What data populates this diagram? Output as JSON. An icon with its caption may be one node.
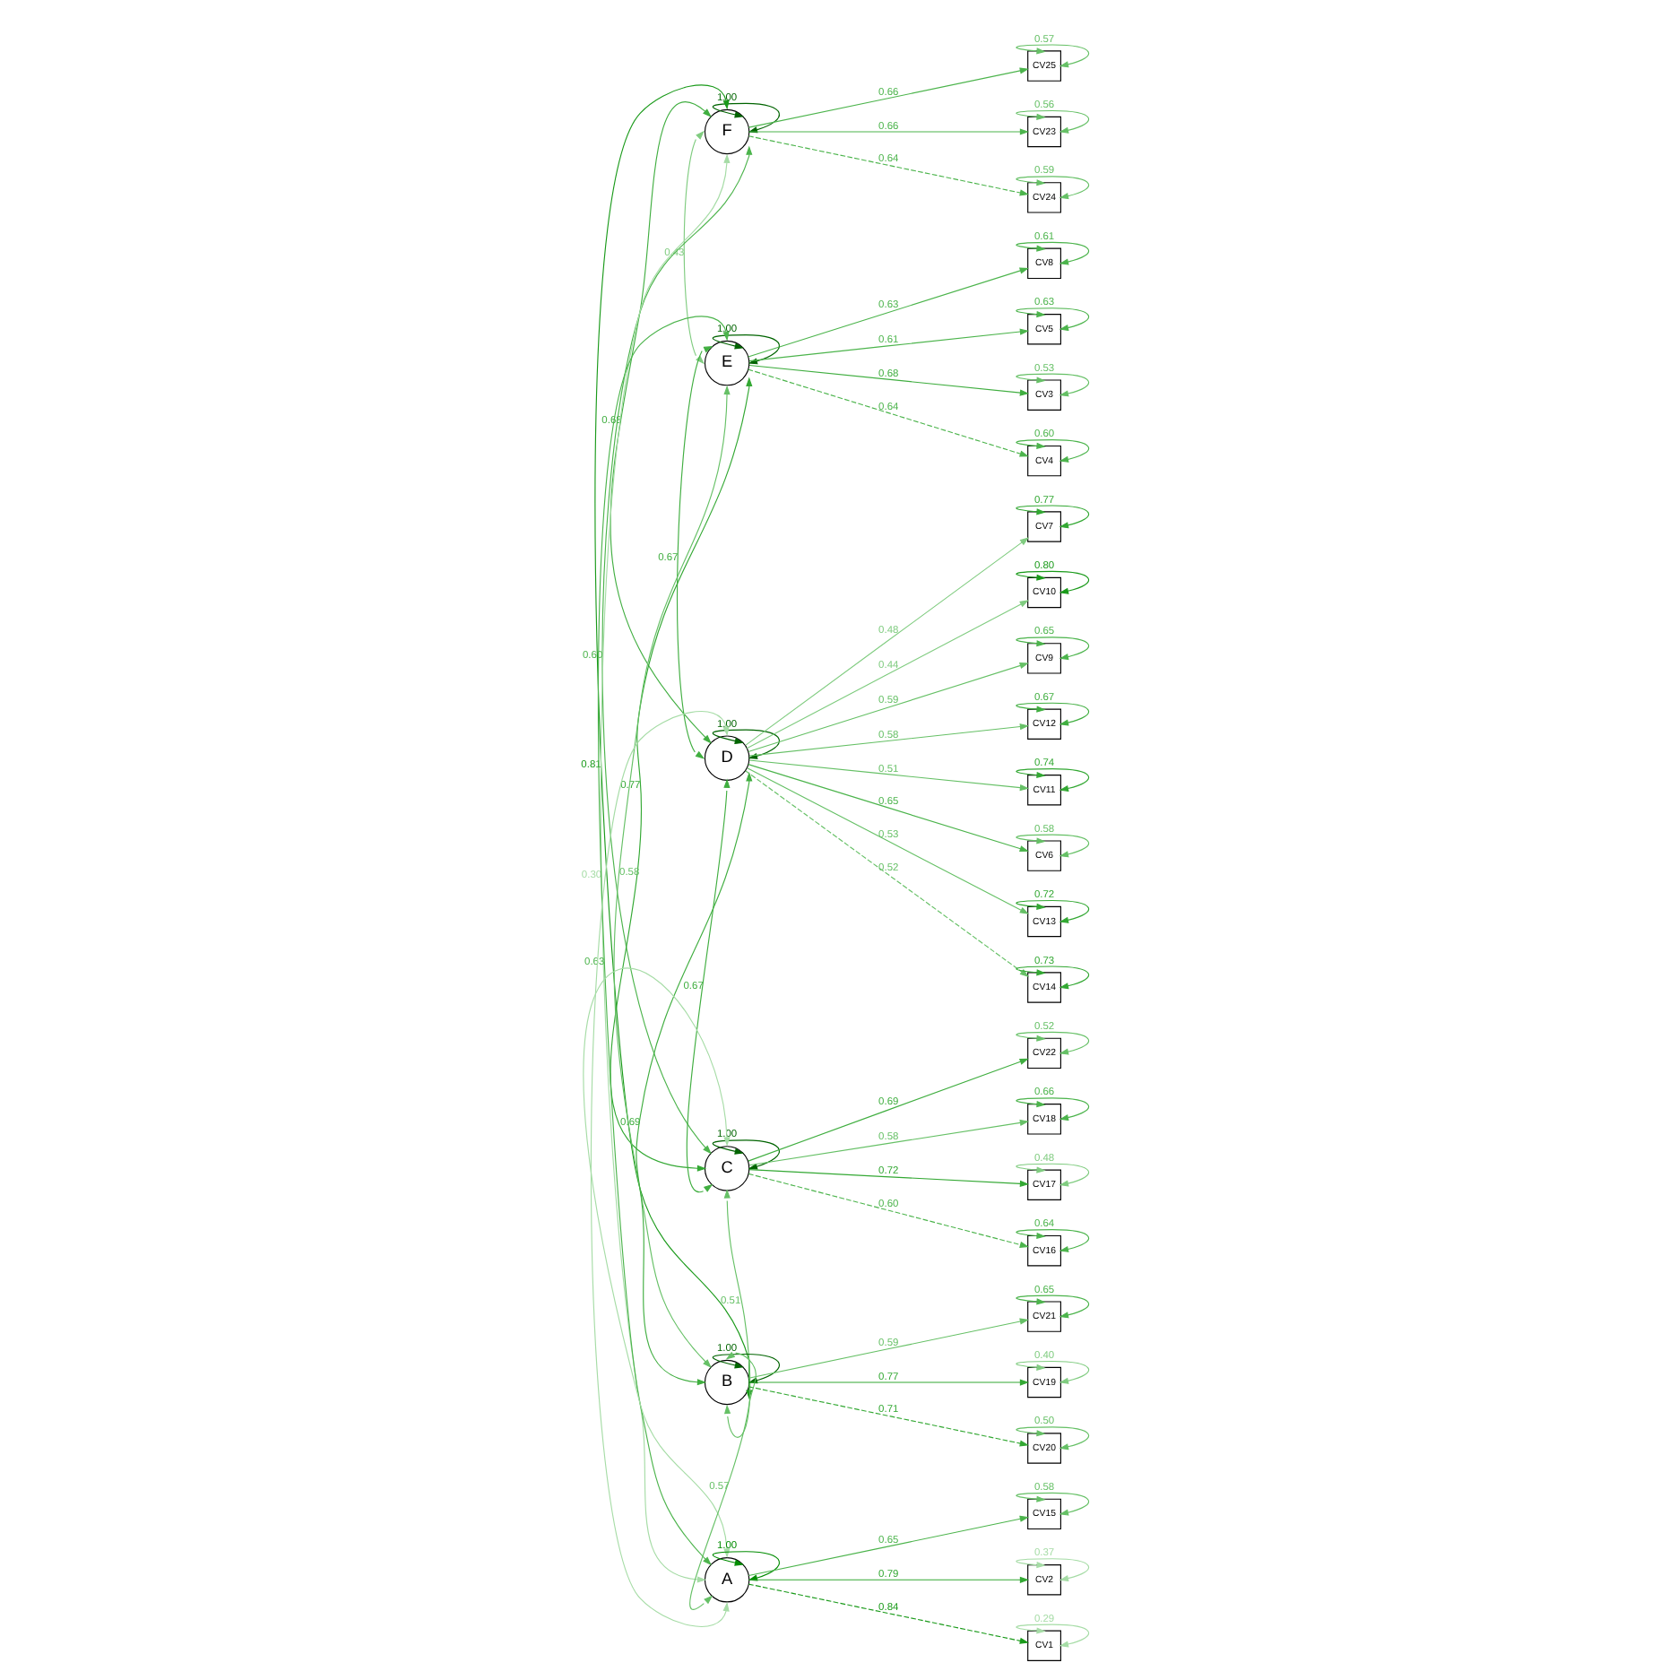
{
  "diagram": {
    "nodes": [
      {
        "text": [
          "F"
        ]
      },
      {
        "text": [
          "E"
        ]
      },
      {
        "text": [
          "D"
        ]
      },
      {
        "text": [
          "C"
        ]
      },
      {
        "text": [
          "B"
        ]
      },
      {
        "text": [
          "A"
        ]
      },
      {
        "text": [
          "CV25"
        ]
      },
      {
        "text": [
          "CV23"
        ]
      },
      {
        "text": [
          "CV24"
        ]
      },
      {
        "text": [
          "CV8"
        ]
      },
      {
        "text": [
          "CV5"
        ]
      },
      {
        "text": [
          "CV3"
        ]
      },
      {
        "text": [
          "CV4"
        ]
      },
      {
        "text": [
          "CV7"
        ]
      },
      {
        "text": [
          "CV10"
        ]
      },
      {
        "text": [
          "CV9"
        ]
      },
      {
        "text": [
          "CV12"
        ]
      },
      {
        "text": [
          "CV11"
        ]
      },
      {
        "text": [
          "CV6"
        ]
      },
      {
        "text": [
          "CV13"
        ]
      },
      {
        "text": [
          "CV14"
        ]
      },
      {
        "text": [
          "CV22"
        ]
      },
      {
        "text": [
          "CV18"
        ]
      },
      {
        "text": [
          "CV17"
        ]
      },
      {
        "text": [
          "CV16"
        ]
      },
      {
        "text": [
          "CV21"
        ]
      },
      {
        "text": [
          "CV19"
        ]
      },
      {
        "text": [
          "CV20"
        ]
      },
      {
        "text": [
          "CV15"
        ]
      },
      {
        "text": [
          "CV2"
        ]
      },
      {
        "text": [
          "CV1"
        ]
      }
    ],
    "edges": [
      {
        "from": 0,
        "to": 6,
        "arrow": "to",
        "label": "0.66",
        "color": "#4cb44c"
      },
      {
        "from": 0,
        "to": 7,
        "arrow": "to",
        "label": "0.66",
        "color": "#4cb44c"
      },
      {
        "from": 0,
        "to": 8,
        "arrow": "to",
        "label": "0.64",
        "style": "dashed",
        "color": "#4cb44c"
      },
      {
        "from": 1,
        "to": 9,
        "arrow": "to",
        "label": "0.63",
        "color": "#4cb44c"
      },
      {
        "from": 1,
        "to": 10,
        "arrow": "to",
        "label": "0.61",
        "color": "#4cb44c"
      },
      {
        "from": 1,
        "to": 11,
        "arrow": "to",
        "label": "0.68",
        "color": "#40ae40"
      },
      {
        "from": 1,
        "to": 12,
        "arrow": "to",
        "label": "0.64",
        "style": "dashed",
        "color": "#4cb44c"
      },
      {
        "from": 2,
        "to": 13,
        "arrow": "to",
        "label": "0.48",
        "color": "#80cc80"
      },
      {
        "from": 2,
        "to": 14,
        "arrow": "to",
        "label": "0.44",
        "color": "#80cc80"
      },
      {
        "from": 2,
        "to": 15,
        "arrow": "to",
        "label": "0.59",
        "color": "#66c066"
      },
      {
        "from": 2,
        "to": 16,
        "arrow": "to",
        "label": "0.58",
        "color": "#66c066"
      },
      {
        "from": 2,
        "to": 17,
        "arrow": "to",
        "label": "0.51",
        "color": "#66c066"
      },
      {
        "from": 2,
        "to": 18,
        "arrow": "to",
        "label": "0.65",
        "color": "#4cb44c"
      },
      {
        "from": 2,
        "to": 19,
        "arrow": "to",
        "label": "0.53",
        "color": "#66c066"
      },
      {
        "from": 2,
        "to": 20,
        "arrow": "to",
        "label": "0.52",
        "style": "dashed",
        "color": "#66c066"
      },
      {
        "from": 3,
        "to": 21,
        "arrow": "to",
        "label": "0.69",
        "color": "#40ae40"
      },
      {
        "from": 3,
        "to": 22,
        "arrow": "to",
        "label": "0.58",
        "color": "#66c066"
      },
      {
        "from": 3,
        "to": 23,
        "arrow": "to",
        "label": "0.72",
        "color": "#33a833"
      },
      {
        "from": 3,
        "to": 24,
        "arrow": "to",
        "label": "0.60",
        "style": "dashed",
        "color": "#4cb44c"
      },
      {
        "from": 4,
        "to": 25,
        "arrow": "to",
        "label": "0.59",
        "color": "#66c066"
      },
      {
        "from": 4,
        "to": 26,
        "arrow": "to",
        "label": "0.77",
        "color": "#33a833"
      },
      {
        "from": 4,
        "to": 27,
        "arrow": "to",
        "label": "0.71",
        "style": "dashed",
        "color": "#33a833"
      },
      {
        "from": 5,
        "to": 28,
        "arrow": "to",
        "label": "0.65",
        "color": "#4cb44c"
      },
      {
        "from": 5,
        "to": 29,
        "arrow": "to",
        "label": "0.79",
        "color": "#33a833"
      },
      {
        "from": 5,
        "to": 30,
        "arrow": "to",
        "label": "0.84",
        "style": "dashed",
        "color": "#1a9a1a"
      },
      {
        "from": 6,
        "to": 6,
        "arrow": "both",
        "label": "0.57",
        "color": "#66c066"
      },
      {
        "from": 7,
        "to": 7,
        "arrow": "both",
        "label": "0.56",
        "color": "#66c066"
      },
      {
        "from": 8,
        "to": 8,
        "arrow": "both",
        "label": "0.59",
        "color": "#66c066"
      },
      {
        "from": 9,
        "to": 9,
        "arrow": "both",
        "label": "0.61",
        "color": "#4cb44c"
      },
      {
        "from": 10,
        "to": 10,
        "arrow": "both",
        "label": "0.63",
        "color": "#4cb44c"
      },
      {
        "from": 11,
        "to": 11,
        "arrow": "both",
        "label": "0.53",
        "color": "#66c066"
      },
      {
        "from": 12,
        "to": 12,
        "arrow": "both",
        "label": "0.60",
        "color": "#4cb44c"
      },
      {
        "from": 13,
        "to": 13,
        "arrow": "both",
        "label": "0.77",
        "color": "#33a833"
      },
      {
        "from": 14,
        "to": 14,
        "arrow": "both",
        "label": "0.80",
        "color": "#1a9a1a"
      },
      {
        "from": 15,
        "to": 15,
        "arrow": "both",
        "label": "0.65",
        "color": "#4cb44c"
      },
      {
        "from": 16,
        "to": 16,
        "arrow": "both",
        "label": "0.67",
        "color": "#40ae40"
      },
      {
        "from": 17,
        "to": 17,
        "arrow": "both",
        "label": "0.74",
        "color": "#33a833"
      },
      {
        "from": 18,
        "to": 18,
        "arrow": "both",
        "label": "0.58",
        "color": "#66c066"
      },
      {
        "from": 19,
        "to": 19,
        "arrow": "both",
        "label": "0.72",
        "color": "#33a833"
      },
      {
        "from": 20,
        "to": 20,
        "arrow": "both",
        "label": "0.73",
        "color": "#33a833"
      },
      {
        "from": 21,
        "to": 21,
        "arrow": "both",
        "label": "0.52",
        "color": "#66c066"
      },
      {
        "from": 22,
        "to": 22,
        "arrow": "both",
        "label": "0.66",
        "color": "#4cb44c"
      },
      {
        "from": 23,
        "to": 23,
        "arrow": "both",
        "label": "0.48",
        "color": "#80cc80"
      },
      {
        "from": 24,
        "to": 24,
        "arrow": "both",
        "label": "0.64",
        "color": "#4cb44c"
      },
      {
        "from": 25,
        "to": 25,
        "arrow": "both",
        "label": "0.65",
        "color": "#4cb44c"
      },
      {
        "from": 26,
        "to": 26,
        "arrow": "both",
        "label": "0.40",
        "color": "#80cc80"
      },
      {
        "from": 27,
        "to": 27,
        "arrow": "both",
        "label": "0.50",
        "color": "#66c066"
      },
      {
        "from": 28,
        "to": 28,
        "arrow": "both",
        "label": "0.58",
        "color": "#66c066"
      },
      {
        "from": 29,
        "to": 29,
        "arrow": "both",
        "label": "0.37",
        "color": "#a6dca6"
      },
      {
        "from": 30,
        "to": 30,
        "arrow": "both",
        "label": "0.29",
        "color": "#a6dca6"
      },
      {
        "from": 0,
        "to": 0,
        "arrow": "both",
        "label": "1.00",
        "color": "#006400"
      },
      {
        "from": 1,
        "to": 1,
        "arrow": "both",
        "label": "1.00",
        "color": "#006400"
      },
      {
        "from": 2,
        "to": 2,
        "arrow": "both",
        "label": "1.00",
        "color": "#006400"
      },
      {
        "from": 3,
        "to": 3,
        "arrow": "both",
        "label": "1.00",
        "color": "#006400"
      },
      {
        "from": 4,
        "to": 4,
        "arrow": "both",
        "label": "1.00",
        "color": "#006400"
      },
      {
        "from": 5,
        "to": 5,
        "arrow": "both",
        "label": "1.00",
        "color": "#008c00"
      },
      {
        "from": 0,
        "to": 1,
        "arrow": "both",
        "label": "0.43",
        "color": "#80cc80"
      },
      {
        "from": 1,
        "to": 2,
        "arrow": "both",
        "label": "0.67",
        "color": "#40ae40"
      },
      {
        "from": 0,
        "to": 2,
        "arrow": "both",
        "label": "0.68",
        "color": "#40ae40"
      },
      {
        "from": 1,
        "to": 3,
        "arrow": "both",
        "label": "0.77",
        "color": "#33a833"
      },
      {
        "from": 0,
        "to": 3,
        "arrow": "both",
        "label": "0.60",
        "color": "#4cb44c"
      },
      {
        "from": 0,
        "to": 5,
        "arrow": "both",
        "label": "0.30",
        "color": "#a6dca6"
      },
      {
        "from": 2,
        "to": 4,
        "arrow": "both",
        "label": "0.69",
        "color": "#40ae40"
      },
      {
        "from": 1,
        "to": 4,
        "arrow": "both",
        "label": "0.58",
        "color": "#66c066"
      },
      {
        "from": 0,
        "to": 4,
        "arrow": "both",
        "label": "0.81",
        "color": "#1a9a1a"
      },
      {
        "from": 2,
        "to": 3,
        "arrow": "both",
        "label": "0.67",
        "color": "#40ae40"
      },
      {
        "from": 1,
        "to": 5,
        "arrow": "both",
        "label": "0.63",
        "color": "#4cb44c"
      },
      {
        "from": 3,
        "to": 4,
        "arrow": "both",
        "label": "0.51",
        "color": "#66c066"
      },
      {
        "from": 4,
        "to": 5,
        "arrow": "both",
        "label": "0.57",
        "color": "#66c066"
      },
      {
        "from": 2,
        "to": 5,
        "arrow": "both",
        "color": "#a6dca6"
      },
      {
        "from": 3,
        "to": 5,
        "arrow": "both",
        "color": "#a6dca6"
      }
    ]
  }
}
